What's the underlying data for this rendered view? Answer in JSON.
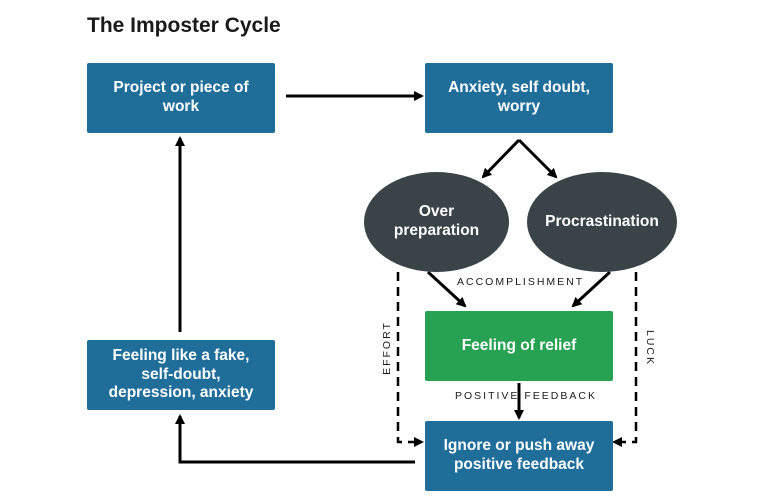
{
  "title": "The Imposter Cycle",
  "nodes": {
    "project": "Project or piece of work",
    "anxiety": "Anxiety, self doubt, worry",
    "over_preparation": "Over preparation",
    "procrastination": "Procrastination",
    "relief": "Feeling of relief",
    "ignore": "Ignore or push away positive feedback",
    "fake": "Feeling like a fake, self-doubt, depression, anxiety"
  },
  "edge_labels": {
    "accomplishment": "ACCOMPLISHMENT",
    "positive_feedback": "POSITIVE FEEDBACK",
    "effort": "EFFORT",
    "luck": "LUCK"
  },
  "colors": {
    "box": "#1f6e9a",
    "oval": "#3a4347",
    "relief": "#27a152",
    "arrow": "#000000"
  }
}
